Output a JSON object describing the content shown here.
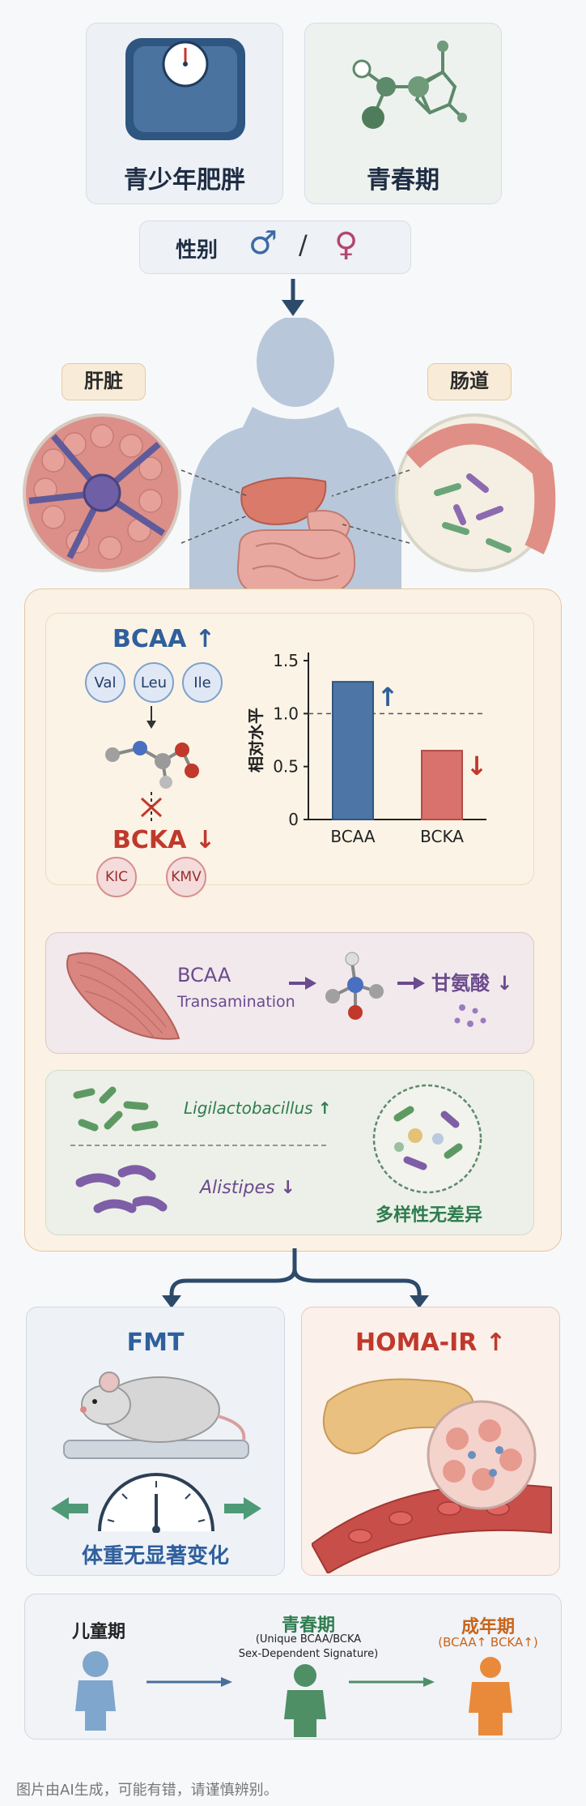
{
  "top": {
    "obesity_label": "青少年肥胖",
    "puberty_label": "青春期"
  },
  "sex": {
    "label": "性别",
    "male_symbol": "♂",
    "slash": "/",
    "female_symbol": "♀"
  },
  "organs": {
    "liver": "肝脏",
    "gut": "肠道"
  },
  "bcaa_panel": {
    "bcaa_title": "BCAA",
    "bcaa_arrow": "↑",
    "amino_acids": [
      "Val",
      "Leu",
      "Ile"
    ],
    "bcka_title": "BCKA",
    "bcka_arrow": "↓",
    "keto_acids": [
      "KIC",
      "KMV"
    ]
  },
  "chart_data": {
    "type": "bar",
    "categories": [
      "BCAA",
      "BCKA"
    ],
    "values": [
      1.3,
      0.65
    ],
    "ylabel": "相对水平",
    "ylim": [
      0,
      1.5
    ],
    "yticks": [
      "0",
      "0.5",
      "1.0",
      "1.5"
    ],
    "reference_line": 1.0,
    "bar_colors": [
      "#4d76a6",
      "#d9716c"
    ],
    "arrows": [
      "↑",
      "↓"
    ]
  },
  "muscle_panel": {
    "bcaa": "BCAA",
    "transamination": "Transamination",
    "glycine": "甘氨酸",
    "glycine_arrow": "↓"
  },
  "microbe_panel": {
    "ligilacto": "Ligilactobacillus",
    "ligilacto_arrow": "↑",
    "alistipes": "Alistipes",
    "alistipes_arrow": "↓",
    "diversity": "多样性无差异"
  },
  "fmt": {
    "title": "FMT",
    "result": "体重无显著变化"
  },
  "homa": {
    "title": "HOMA-IR",
    "arrow": "↑"
  },
  "timeline": {
    "childhood": "儿童期",
    "puberty": "青春期",
    "puberty_note1": "(Unique BCAA/BCKA",
    "puberty_note2": "Sex-Dependent Signature)",
    "adult": "成年期",
    "adult_note": "(BCAA↑ BCKA↑)"
  },
  "disclaimer": "图片由AI生成，可能有错，请谨慎辨别。",
  "colors": {
    "blue": "#2f5f9c",
    "red": "#c0392b",
    "green": "#2e7d4f",
    "purple": "#6b4a8e",
    "orange": "#c8641a"
  }
}
